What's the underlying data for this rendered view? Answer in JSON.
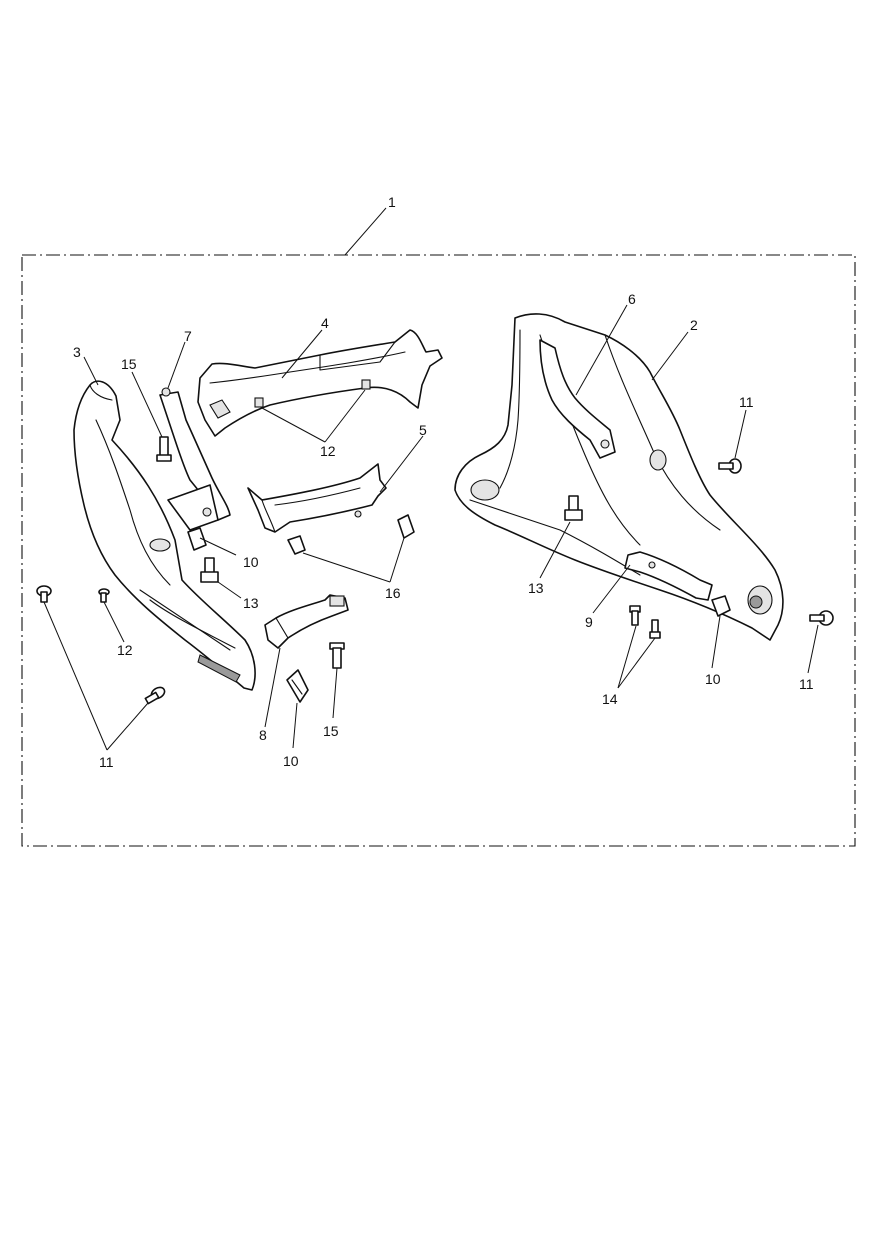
{
  "callouts": [
    {
      "id": "c1",
      "label": "1"
    },
    {
      "id": "c2",
      "label": "2"
    },
    {
      "id": "c3",
      "label": "3"
    },
    {
      "id": "c4",
      "label": "4"
    },
    {
      "id": "c5",
      "label": "5"
    },
    {
      "id": "c6",
      "label": "6"
    },
    {
      "id": "c7",
      "label": "7"
    },
    {
      "id": "c8",
      "label": "8"
    },
    {
      "id": "c9",
      "label": "9"
    },
    {
      "id": "c10a",
      "label": "10"
    },
    {
      "id": "c10b",
      "label": "10"
    },
    {
      "id": "c10c",
      "label": "10"
    },
    {
      "id": "c11a",
      "label": "11"
    },
    {
      "id": "c11b",
      "label": "11"
    },
    {
      "id": "c11c",
      "label": "11"
    },
    {
      "id": "c12a",
      "label": "12"
    },
    {
      "id": "c12b",
      "label": "12"
    },
    {
      "id": "c13a",
      "label": "13"
    },
    {
      "id": "c13b",
      "label": "13"
    },
    {
      "id": "c14",
      "label": "14"
    },
    {
      "id": "c15a",
      "label": "15"
    },
    {
      "id": "c15b",
      "label": "15"
    },
    {
      "id": "c16",
      "label": "16"
    }
  ]
}
